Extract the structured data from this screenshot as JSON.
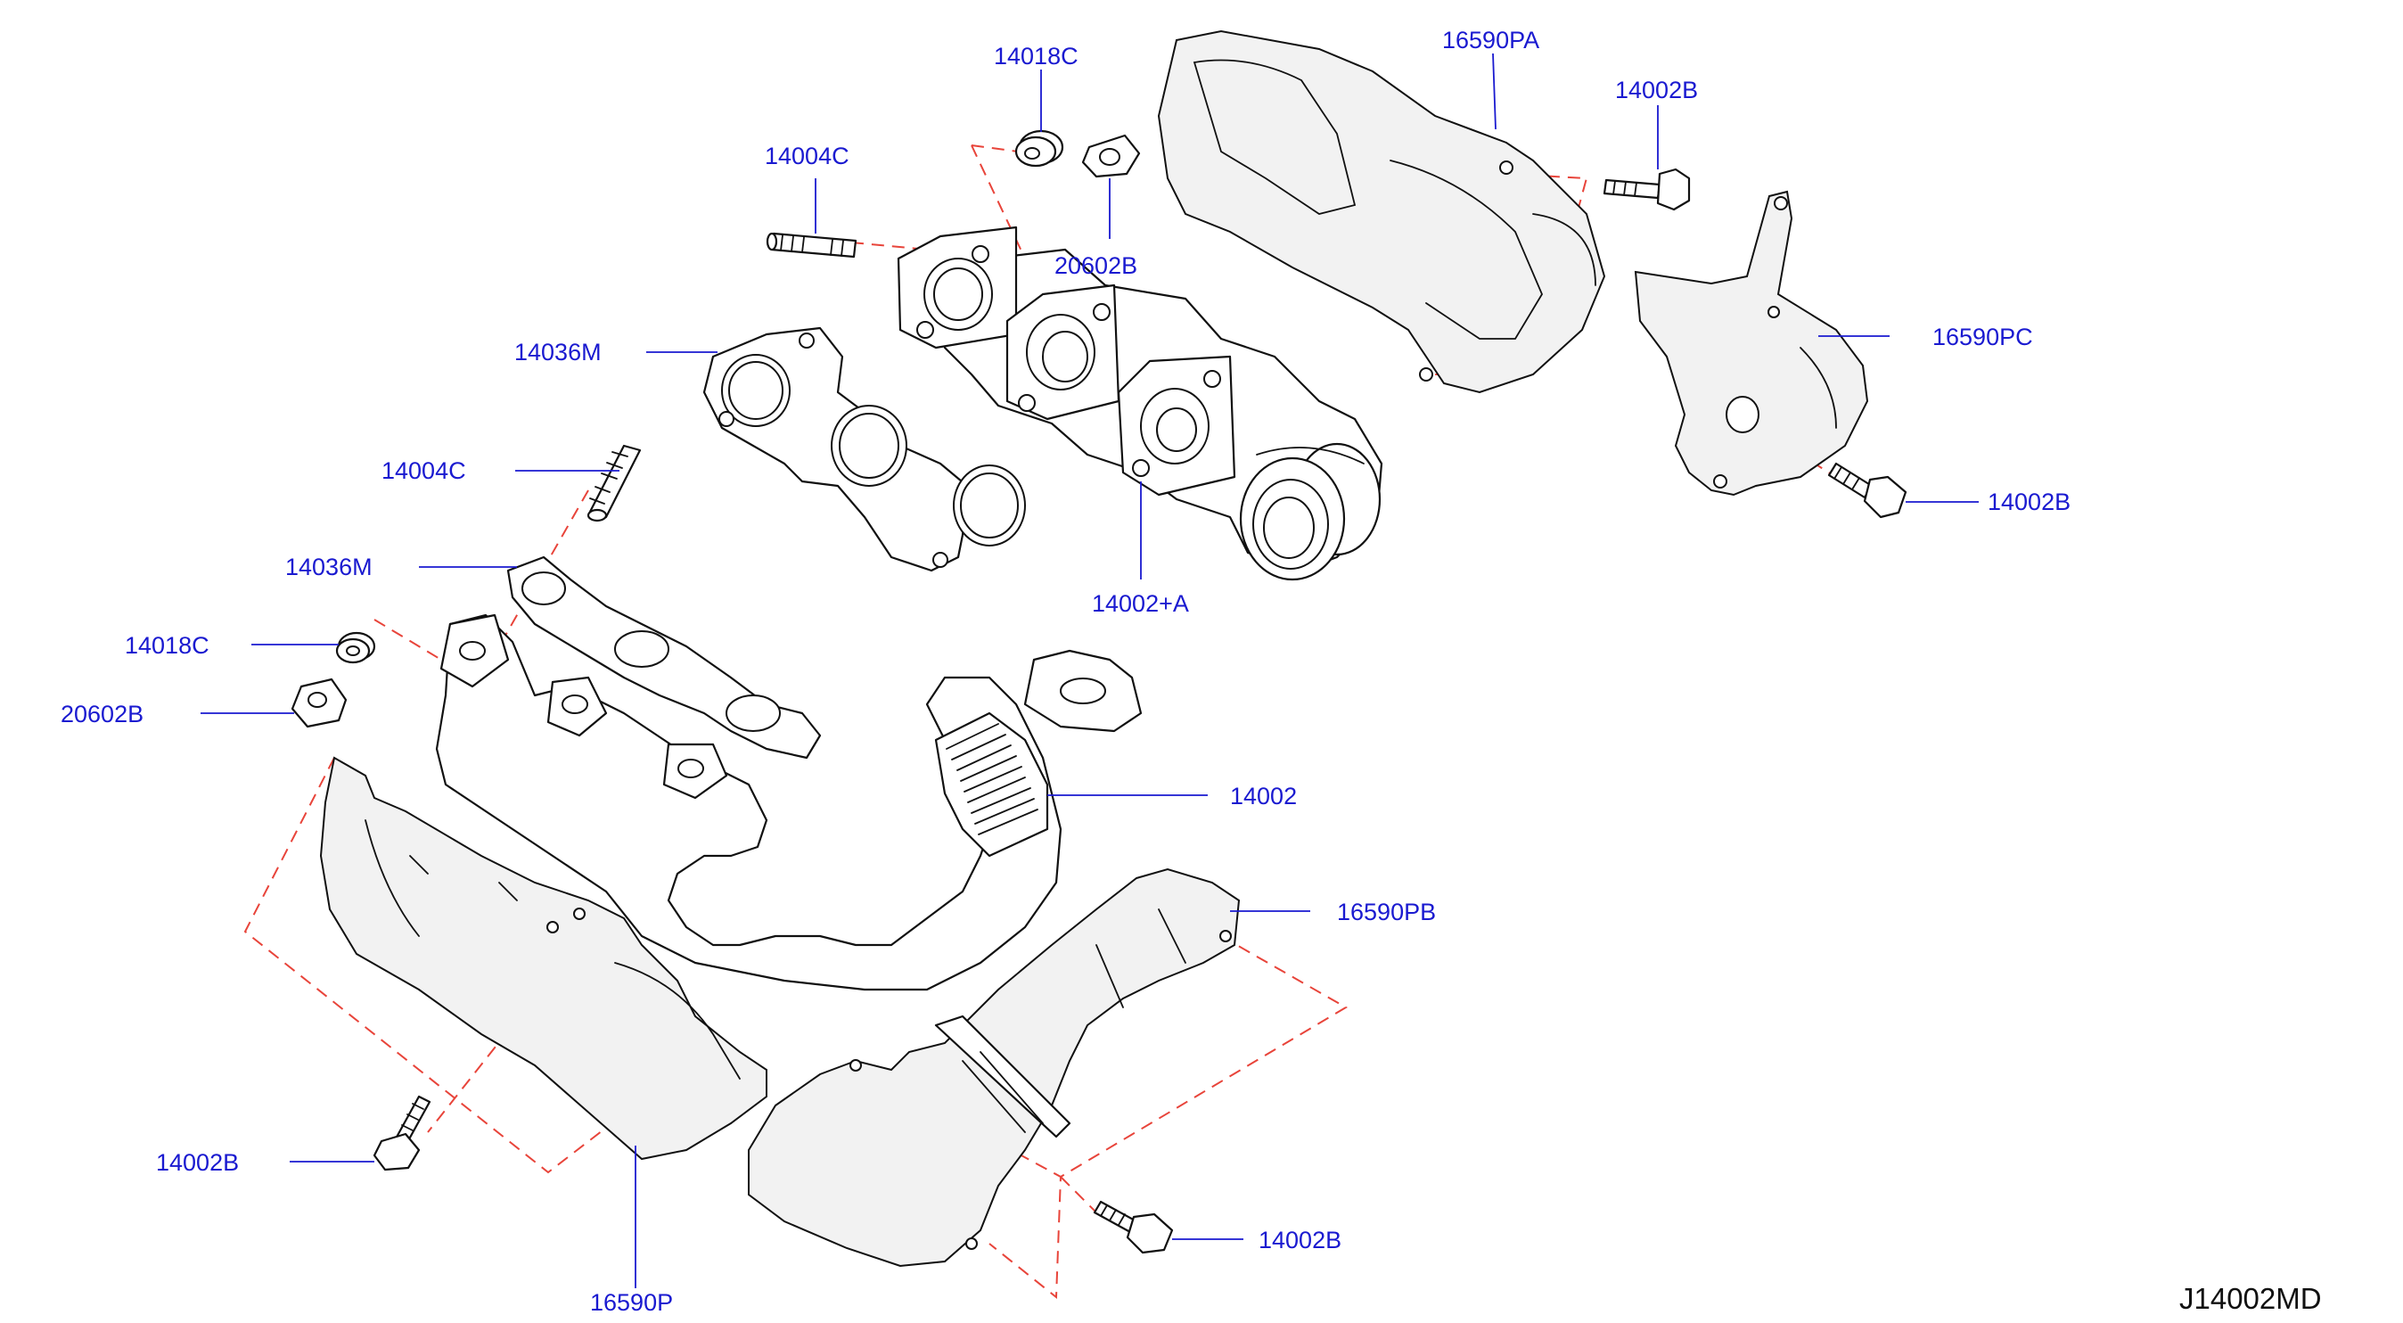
{
  "diagram": {
    "code": "J14002MD",
    "colors": {
      "label": "#1a1ad0",
      "dash": "#e8443a",
      "line": "#111111"
    },
    "labels": {
      "l_14018C_top": "14018C",
      "l_16590PA": "16590PA",
      "l_14002B_tr": "14002B",
      "l_14004C_top": "14004C",
      "l_20602B_top": "20602B",
      "l_14036M_top": "14036M",
      "l_16590PC": "16590PC",
      "l_14004C_mid": "14004C",
      "l_14002B_r": "14002B",
      "l_14036M_mid": "14036M",
      "l_14002A": "14002+A",
      "l_14018C_left": "14018C",
      "l_20602B_left": "20602B",
      "l_14002": "14002",
      "l_16590PB": "16590PB",
      "l_14002B_bl": "14002B",
      "l_14002B_br": "14002B",
      "l_16590P": "16590P"
    }
  }
}
